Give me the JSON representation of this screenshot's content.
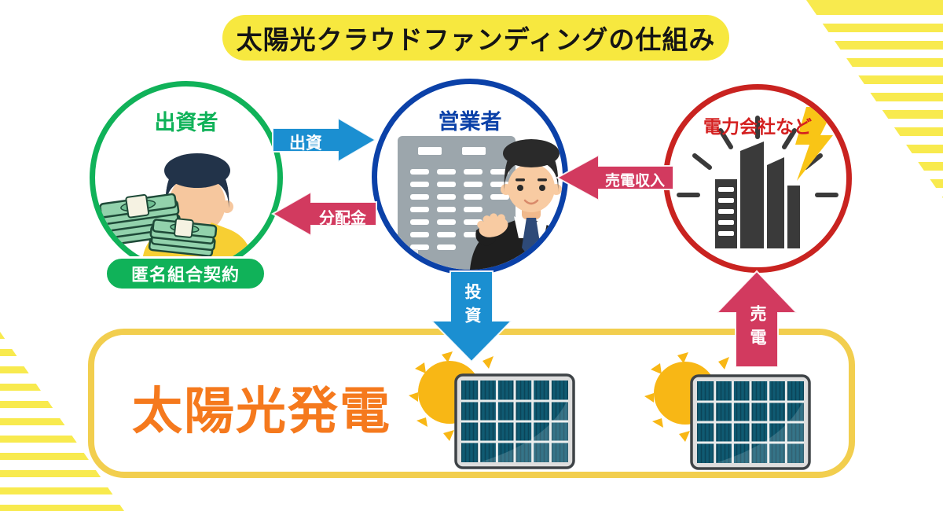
{
  "title": "太陽光クラウドファンディングの仕組み",
  "nodes": {
    "investor": {
      "label": "出資者",
      "contract_badge": "匿名組合契約"
    },
    "operator": {
      "label": "営業者"
    },
    "power_company": {
      "label": "電力会社など"
    }
  },
  "arrows": {
    "invest": "出資",
    "dividend": "分配金",
    "power_sales_income": "売電収入",
    "investment": "投資",
    "power_sale": "売電"
  },
  "solar_section": {
    "label": "太陽光発電"
  },
  "icons": {
    "money-stack-icon": "stacked banknotes",
    "investor-person-icon": "person in yellow shirt",
    "office-building-icon": "gray office building",
    "businessman-icon": "businessman in suit presenting",
    "power-company-building-icon": "dark building with radiating lines",
    "lightning-icon": "yellow lightning bolt",
    "sun-icon": "yellow sun with rays",
    "solar-panel-icon": "teal solar panel grid"
  },
  "colors": {
    "banner_yellow": "#F7E83F",
    "stripe_yellow": "#F8EA4E",
    "investor_green": "#10B259",
    "operator_blue": "#0B41A8",
    "power_red": "#C92320",
    "arrow_blue": "#1B8FD1",
    "arrow_crimson": "#D23A5F",
    "box_border_gold": "#F2CE4E",
    "solar_orange": "#F5791D",
    "sun_yellow": "#F8B715",
    "panel_teal": "#0F5A72"
  }
}
